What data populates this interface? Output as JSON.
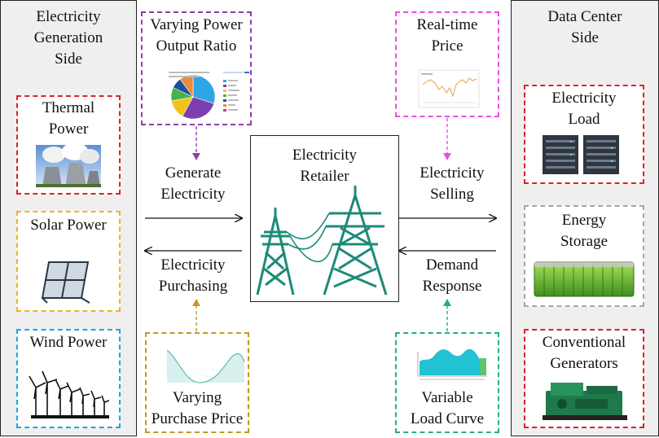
{
  "colors": {
    "thermal": "#d9242b",
    "solar": "#f0b325",
    "wind": "#1aa6e0",
    "ratio": "#8e3ea8",
    "realtime": "#ea4dea",
    "purchase": "#c39a1f",
    "loadcurve": "#21b07c",
    "storage": "#a7a7a7",
    "tower": "#1d8a78"
  },
  "left_panel": {
    "title": "Electricity\nGeneration\nSide",
    "thermal_label": "Thermal\nPower",
    "solar_label": "Solar Power",
    "wind_label": "Wind Power"
  },
  "right_panel": {
    "title": "Data Center\nSide",
    "load_label": "Electricity\nLoad",
    "storage_label": "Energy\nStorage",
    "generators_label": "Conventional\nGenerators"
  },
  "center": {
    "retailer_label": "Electricity\nRetailer"
  },
  "flows": {
    "generate": "Generate\nElectricity",
    "purchasing": "Electricity\nPurchasing",
    "selling": "Electricity\nSelling",
    "demand": "Demand\nResponse"
  },
  "inputs": {
    "ratio_label": "Varying Power\nOutput Ratio",
    "realtime_label": "Real-time\nPrice",
    "purchase_label": "Varying\nPurchase Price",
    "loadcurve_label": "Variable\nLoad Curve"
  },
  "pie_mini": {
    "slices": [
      {
        "value": 30,
        "color": "#2ea6e6"
      },
      {
        "value": 28,
        "color": "#7b3fb0"
      },
      {
        "value": 14,
        "color": "#f3c21a"
      },
      {
        "value": 10,
        "color": "#49b24a"
      },
      {
        "value": 8,
        "color": "#1c4fa0"
      },
      {
        "value": 10,
        "color": "#e98c3a"
      }
    ]
  }
}
